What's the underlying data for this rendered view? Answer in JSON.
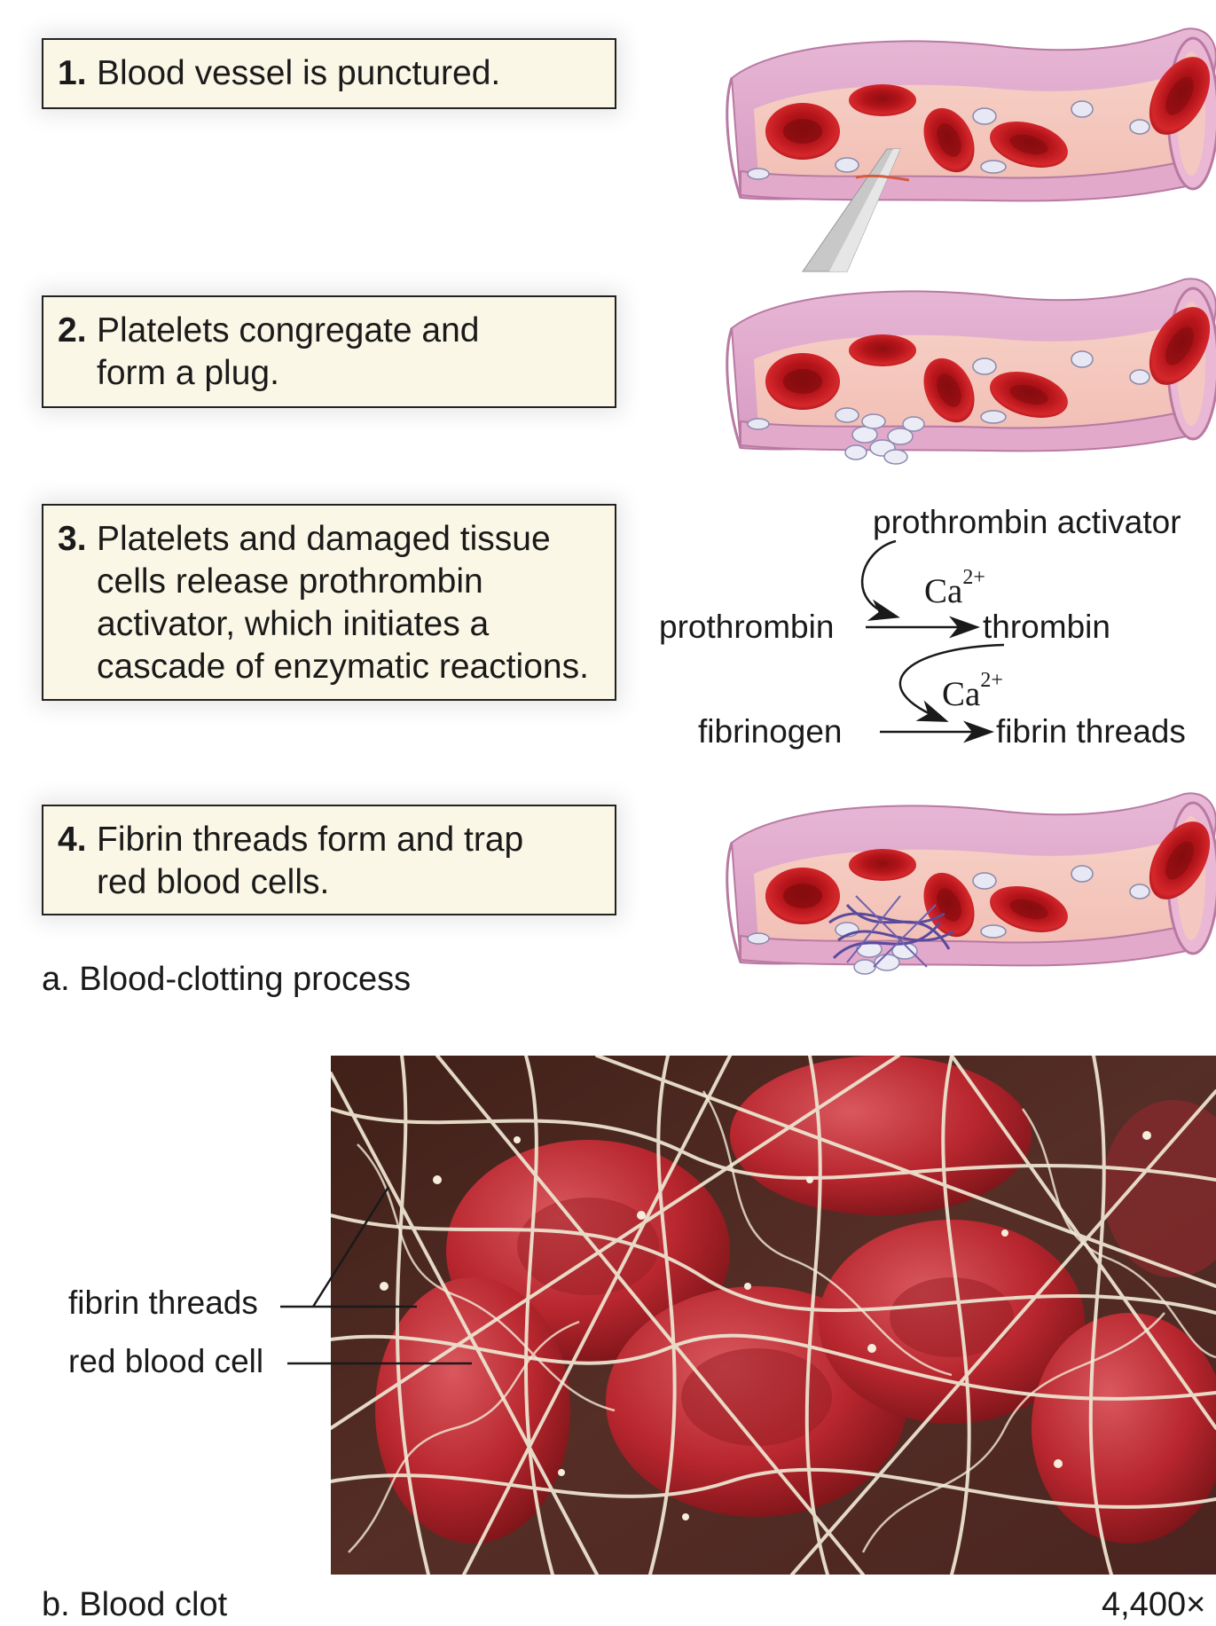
{
  "steps": [
    {
      "num": "1.",
      "text": "Blood vessel is punctured."
    },
    {
      "num": "2.",
      "text": "Platelets congregate and form a plug."
    },
    {
      "num": "3.",
      "text": "Platelets and damaged tissue cells release prothrombin activator, which initiates a cascade of enzymatic reactions."
    },
    {
      "num": "4.",
      "text": "Fibrin threads form and trap red blood cells."
    }
  ],
  "reactions": {
    "activator": "prothrombin activator",
    "ion_base": "Ca",
    "ion_charge": "2+",
    "substrate1": "prothrombin",
    "product1": "thrombin",
    "substrate2": "fibrinogen",
    "product2": "fibrin threads"
  },
  "captions": {
    "part_a": "a. Blood-clotting process",
    "part_b": "b. Blood clot",
    "magnification": "4,400×"
  },
  "photo_labels": {
    "fibrin": "fibrin threads",
    "rbc": "red blood cell"
  }
}
